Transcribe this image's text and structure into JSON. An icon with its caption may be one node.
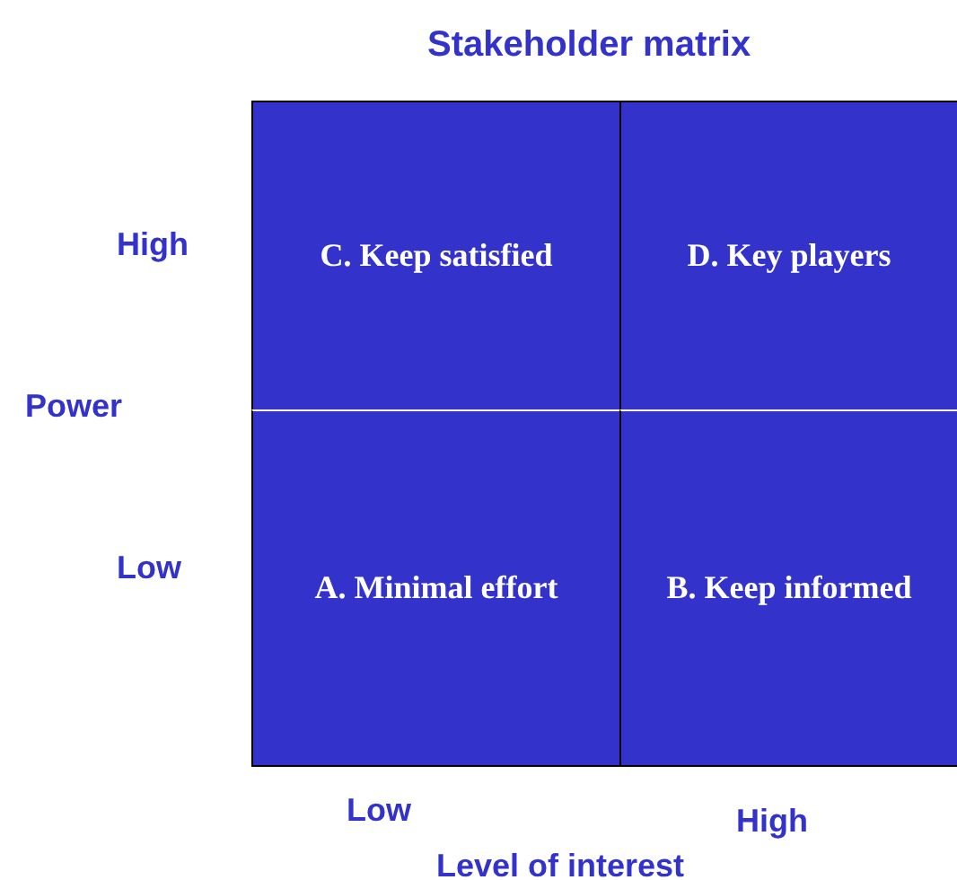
{
  "diagram": {
    "title": "Stakeholder matrix",
    "nodes": [
      {
        "text": [
          "C. Keep satisfied"
        ]
      },
      {
        "text": [
          "D. Key players"
        ]
      },
      {
        "text": [
          "A. Minimal effort"
        ]
      },
      {
        "text": [
          "B. Keep informed"
        ]
      }
    ],
    "edges": [],
    "labels": [
      "High",
      "Power",
      "Low",
      "Low",
      "High",
      "Level of interest"
    ]
  }
}
